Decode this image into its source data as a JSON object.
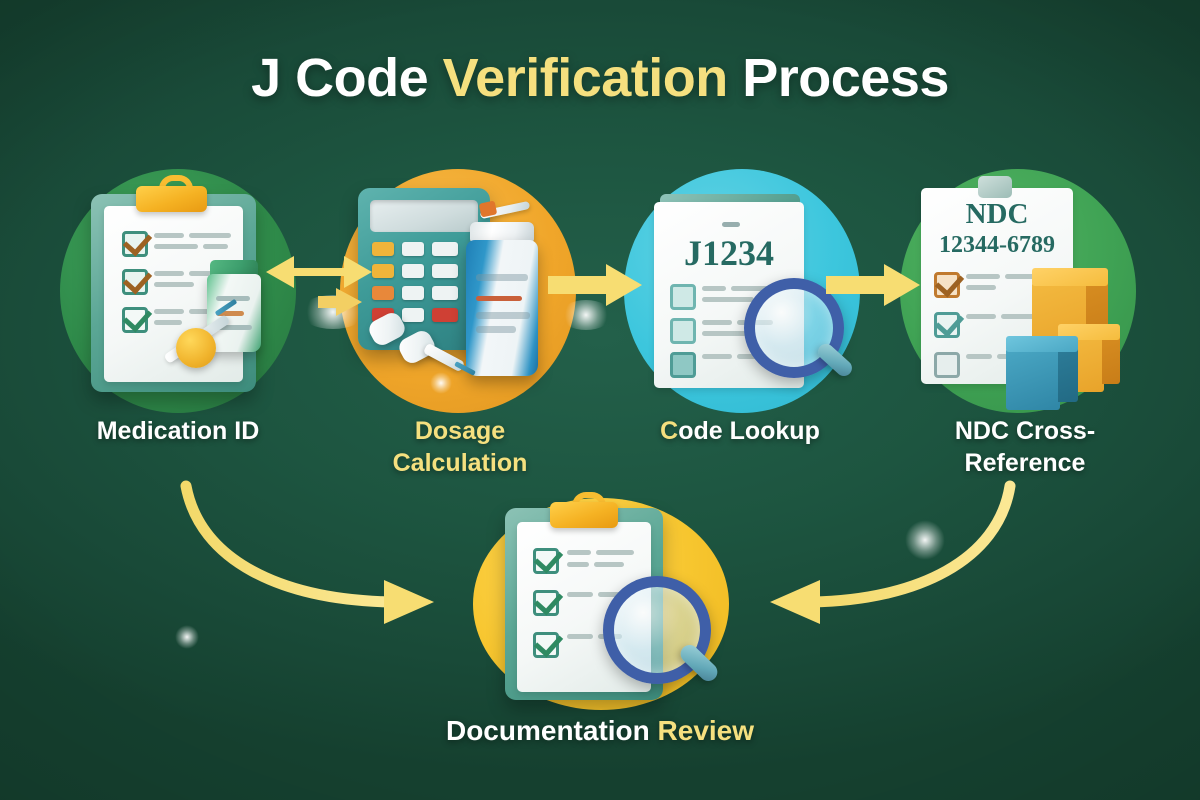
{
  "title": {
    "part1": "J Code ",
    "part2": "Verification",
    "part3": " Process"
  },
  "colors": {
    "background": "#1d5540",
    "accent_yellow": "#f5e07f",
    "arrow_yellow": "#f7dd72",
    "white": "#ffffff",
    "blob_green": "#2f8b4a",
    "blob_orange": "#f0a62a",
    "blob_cyan": "#3cc6dd",
    "blob_green_light": "#3fa254",
    "blob_yellow": "#f7c62f",
    "clipboard_teal": "#3d8c7c",
    "clip_orange": "#f5b223",
    "magnifier_blue": "#3f5fa8",
    "bottle_blue": "#1f7fb6",
    "calculator_teal": "#3e9b98",
    "box_orange": "#f0ac33",
    "box_blue": "#3d9bba",
    "doc_text_teal": "#266a62"
  },
  "steps": [
    {
      "id": "medication-id",
      "label": "Medication ID",
      "label_color": "white",
      "blob_color": "green",
      "icon": "clipboard-checklist-vial-syringe-icon"
    },
    {
      "id": "dosage-calculation",
      "label_line1": "Dosage",
      "label_line2": "Calculation",
      "label_color": "yellow",
      "blob_color": "orange",
      "icon": "calculator-pill-bottle-syringe-icon"
    },
    {
      "id": "code-lookup",
      "label_first_letter": "C",
      "label_rest": "ode Lookup",
      "label_color": "mixed",
      "blob_color": "cyan",
      "icon": "document-magnifier-icon",
      "document_code": "J1234"
    },
    {
      "id": "ndc-cross-reference",
      "label_line1": "NDC Cross-",
      "label_line2": "Reference",
      "label_color": "white",
      "blob_color": "green-light",
      "icon": "clipboard-boxes-icon",
      "document_title": "NDC",
      "document_code": "12344-6789"
    }
  ],
  "bottom_step": {
    "id": "documentation-review",
    "label_part1": "Documentation ",
    "label_part2": "Review",
    "blob_color": "yellow",
    "icon": "clipboard-checklist-magnifier-icon"
  },
  "arrows": [
    {
      "id": "arrow-step1-step2",
      "direction": "bidirectional",
      "style": "straight"
    },
    {
      "id": "arrow-step2-step3",
      "direction": "right",
      "style": "straight"
    },
    {
      "id": "arrow-step3-step4",
      "direction": "right",
      "style": "straight"
    },
    {
      "id": "arrow-step1-bottom",
      "direction": "right-down-curve",
      "style": "curved"
    },
    {
      "id": "arrow-step4-bottom",
      "direction": "left-down-curve",
      "style": "curved"
    }
  ]
}
